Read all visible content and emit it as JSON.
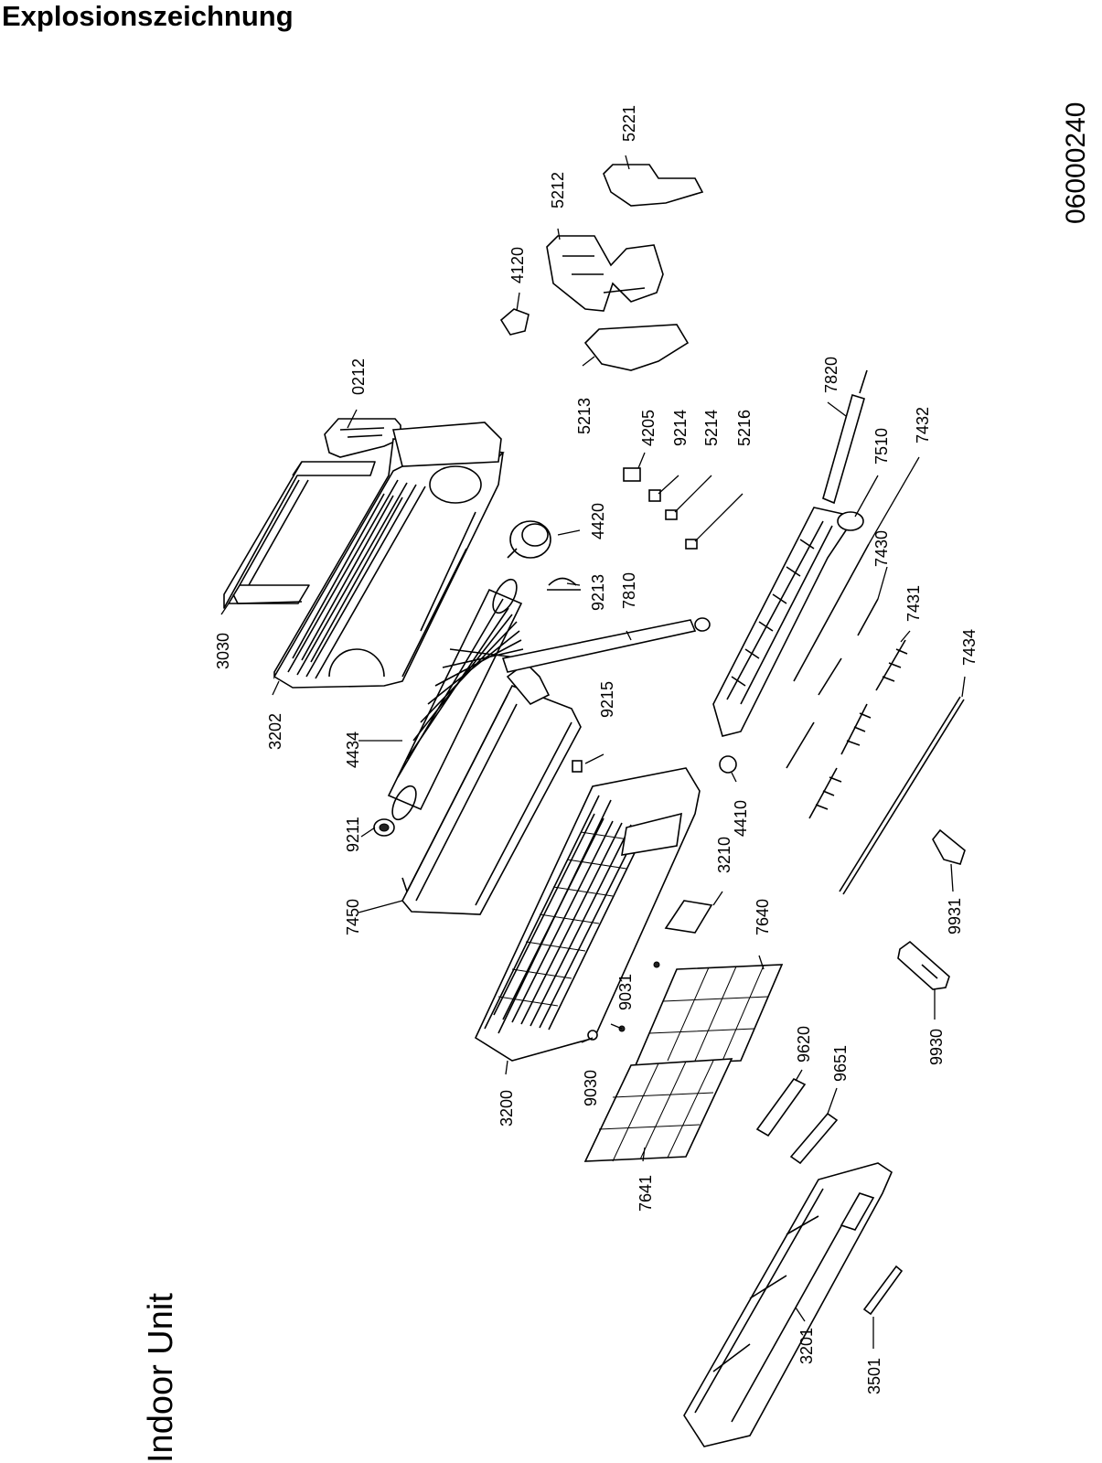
{
  "page": {
    "title": "Explosionszeichnung",
    "drawing_id": "06000240",
    "section": "Indoor Unit"
  },
  "parts": [
    {
      "id": "0212"
    },
    {
      "id": "3030"
    },
    {
      "id": "3202"
    },
    {
      "id": "4434"
    },
    {
      "id": "9211"
    },
    {
      "id": "7450"
    },
    {
      "id": "4420"
    },
    {
      "id": "9213"
    },
    {
      "id": "7810"
    },
    {
      "id": "9215"
    },
    {
      "id": "3200"
    },
    {
      "id": "9030"
    },
    {
      "id": "9031"
    },
    {
      "id": "7641"
    },
    {
      "id": "7640"
    },
    {
      "id": "3210"
    },
    {
      "id": "4410"
    },
    {
      "id": "4120"
    },
    {
      "id": "5212"
    },
    {
      "id": "5221"
    },
    {
      "id": "5213"
    },
    {
      "id": "4205"
    },
    {
      "id": "9214"
    },
    {
      "id": "5214"
    },
    {
      "id": "5216"
    },
    {
      "id": "7820"
    },
    {
      "id": "7510"
    },
    {
      "id": "7432"
    },
    {
      "id": "7430"
    },
    {
      "id": "7431"
    },
    {
      "id": "7434"
    },
    {
      "id": "9931"
    },
    {
      "id": "9930"
    },
    {
      "id": "9620"
    },
    {
      "id": "9651"
    },
    {
      "id": "3201"
    },
    {
      "id": "3501"
    }
  ]
}
